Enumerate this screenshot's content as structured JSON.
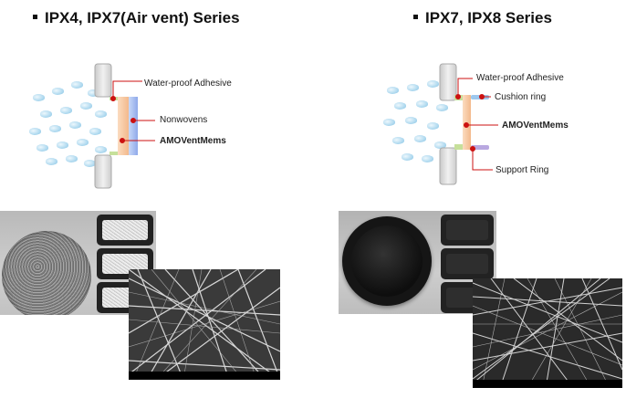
{
  "left_panel": {
    "title": "IPX4, IPX7(Air vent) Series",
    "labels": {
      "adhesive": "Water-proof  Adhesive",
      "nonwovens": "Nonwovens",
      "membrane": "AMOVentMems"
    }
  },
  "right_panel": {
    "title": "IPX7, IPX8 Series",
    "labels": {
      "adhesive": "Water-proof  Adhesive",
      "cushion": "Cushion ring",
      "membrane": "AMOVentMems",
      "support": "Support Ring"
    }
  },
  "colors": {
    "leader_line": "#cc1111",
    "membrane": "#f7c9a3",
    "nonwoven": "#9fb8ee",
    "adhesive": "#c6e09a",
    "cushion": "#9cc8ee",
    "support": "#b9a8e0",
    "housing": "#dedede"
  }
}
